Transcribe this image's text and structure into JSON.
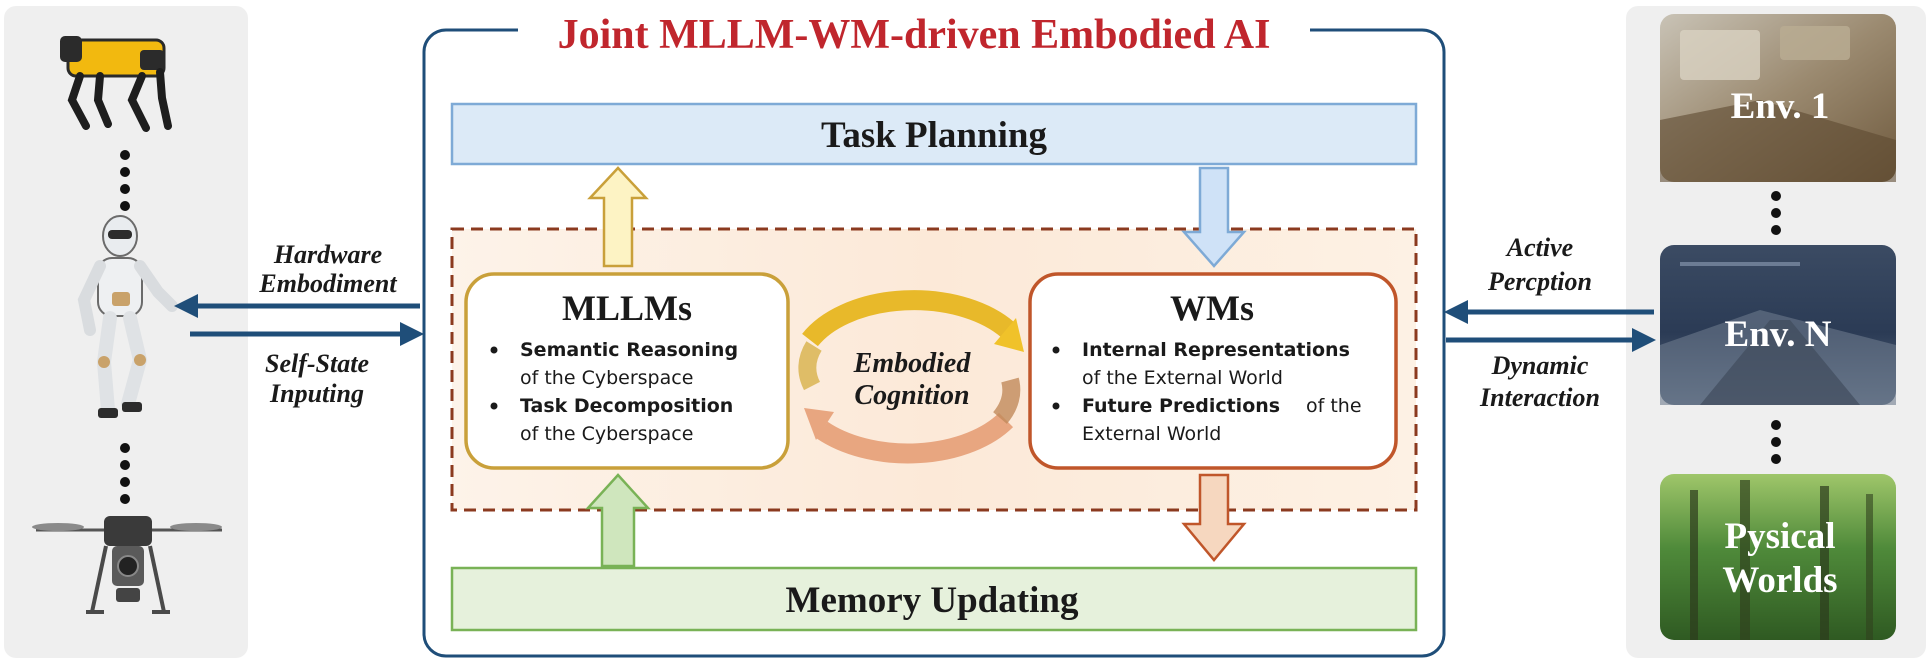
{
  "title": "Joint MLLM-WM-driven Embodied AI",
  "task_planning": "Task Planning",
  "memory_updating": "Memory Updating",
  "mllms": {
    "title": "MLLMs",
    "items": [
      {
        "bold": "Semantic Reasoning",
        "rest": "of the Cyberspace"
      },
      {
        "bold": "Task Decomposition",
        "rest": "of the Cyberspace"
      }
    ]
  },
  "wms": {
    "title": "WMs",
    "items": [
      {
        "bold": "Internal Representations",
        "rest": "of the External World"
      },
      {
        "bold": "Future Predictions",
        "rest_inline": "of the",
        "rest": "External World"
      }
    ]
  },
  "center": {
    "line1": "Embodied",
    "line2": "Cognition"
  },
  "left_labels": {
    "top_line1": "Hardware",
    "top_line2": "Embodiment",
    "bottom_line1": "Self-State",
    "bottom_line2": "Inputing"
  },
  "right_labels": {
    "top_line1": "Active",
    "top_line2": "Percption",
    "bottom_line1": "Dynamic",
    "bottom_line2": "Interaction"
  },
  "environments": {
    "env1": "Env. 1",
    "envn": "Env. N",
    "physical_line1": "Pysical",
    "physical_line2": "Worlds"
  },
  "embodiments": [
    "quadruped-robot-icon",
    "humanoid-robot-icon",
    "drone-icon"
  ],
  "colors": {
    "title": "#c0262d",
    "frame": "#1f4e79",
    "task_fill": "#dceaf7",
    "task_stroke": "#7eaad6",
    "memory_fill": "#e6f1dc",
    "memory_stroke": "#79b256",
    "dashed": "#8b3a1f",
    "mllm_border": "#c9a03a",
    "wm_border": "#c0562a",
    "side_panel": "#efefef"
  }
}
